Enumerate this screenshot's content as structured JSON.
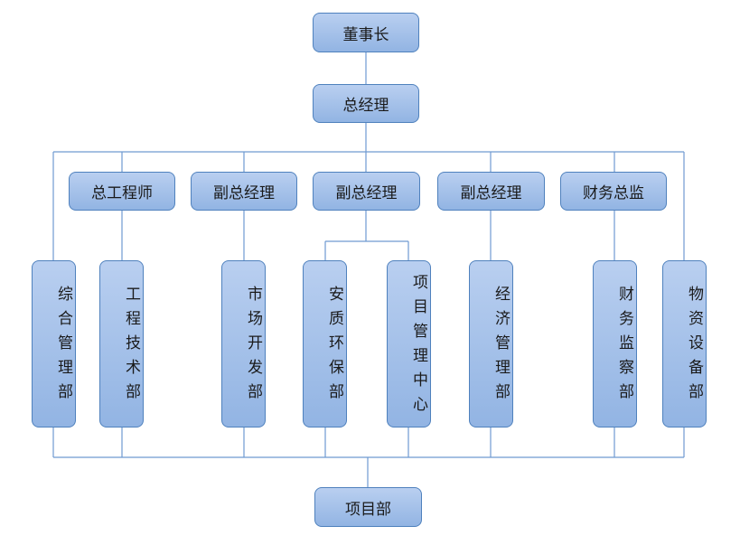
{
  "nodes": {
    "chairman": "董事长",
    "gm": "总经理",
    "chief_engineer": "总工程师",
    "deputy_gm_1": "副总经理",
    "deputy_gm_2": "副总经理",
    "deputy_gm_3": "副总经理",
    "cfo": "财务总监",
    "dept_admin": "综合管理部",
    "dept_engineering": "工程技术部",
    "dept_market": "市场开发部",
    "dept_safety": "安质环保部",
    "dept_project_center": "项目管理中心",
    "dept_economic": "经济管理部",
    "dept_finance": "财务监察部",
    "dept_materials": "物资设备部",
    "project_dept": "项目部"
  },
  "colors": {
    "box_fill_top": "#b9cff0",
    "box_fill_bottom": "#92b4e3",
    "box_border": "#4f81bd",
    "connector": "#6f9ad1"
  }
}
